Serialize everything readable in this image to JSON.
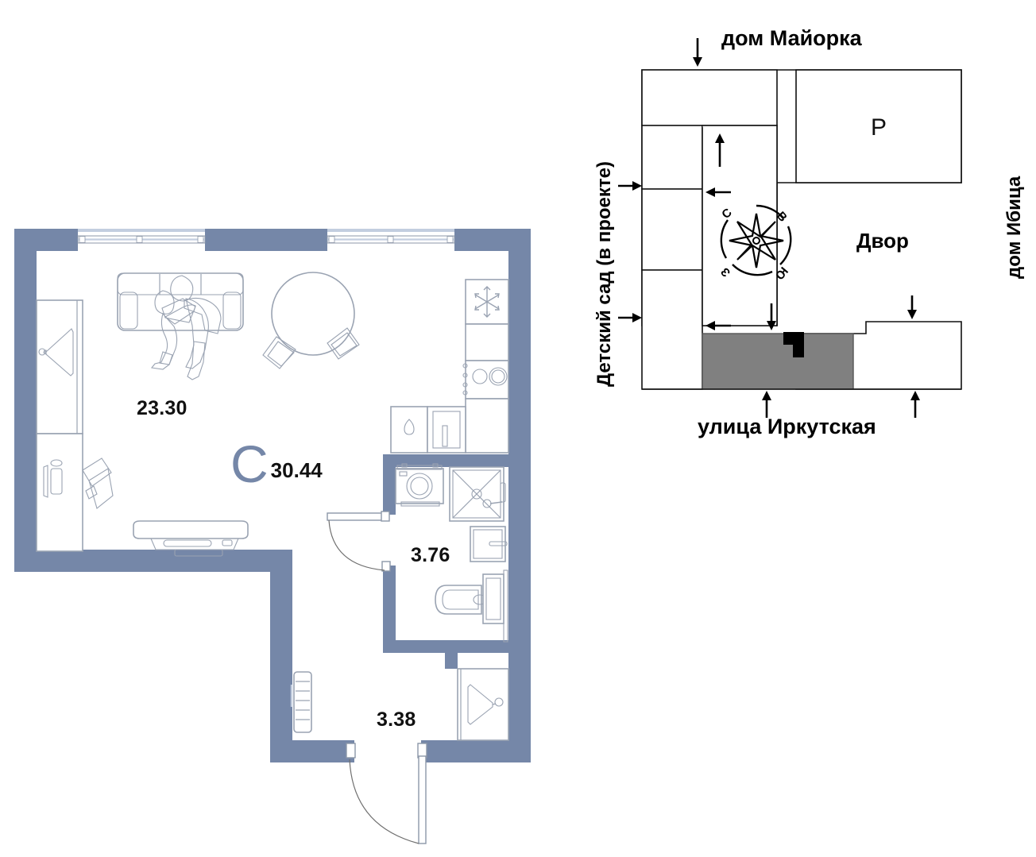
{
  "plan": {
    "type": "apartment-floor-plan",
    "total_area": {
      "letter": "C",
      "value": "30.44"
    },
    "rooms": [
      {
        "name": "living-kitchen",
        "area": "23.30"
      },
      {
        "name": "bathroom",
        "area": "3.76"
      },
      {
        "name": "hallway",
        "area": "3.38"
      }
    ],
    "colors": {
      "wall": "#7587A8",
      "wall_light": "#C3CEDF",
      "furniture_line": "#8A93A3",
      "accent": "#7587A8"
    },
    "fixtures": [
      "wardrobe-icon",
      "hanger-icon",
      "sofa-icon",
      "people-icon",
      "round-table-icon",
      "chair-icon",
      "armchair-icon",
      "bed-icon",
      "refrigerator-icon",
      "stove-icon",
      "sink-icon",
      "dishwasher-icon",
      "washing-machine-icon",
      "shower-icon",
      "toilet-icon",
      "vanity-icon",
      "radiator-icon",
      "door-icon",
      "window-icon"
    ]
  },
  "site_map": {
    "label_top": "дом Майорка",
    "label_bottom": "улица Иркутская",
    "label_left": "Детский сад (в проекте)",
    "label_right": "дом Ибица",
    "label_yard": "Двор",
    "label_parking": "Р",
    "compass": {
      "north": "С",
      "east": "В",
      "south": "Ю",
      "west": "З"
    },
    "colors": {
      "outline": "#000000",
      "highlight_block": "#808080",
      "unit_marker": "#000000"
    }
  }
}
